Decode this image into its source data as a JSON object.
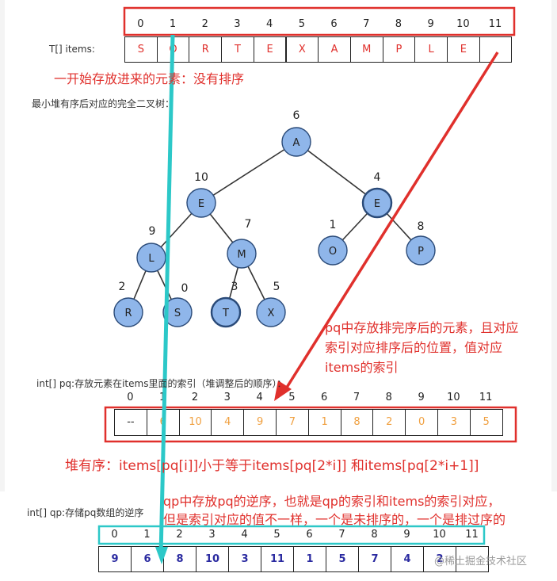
{
  "items_array": {
    "label": "T[] items:",
    "indices": [
      "0",
      "1",
      "2",
      "3",
      "4",
      "5",
      "6",
      "7",
      "8",
      "9",
      "10",
      "11"
    ],
    "values": [
      "S",
      "O",
      "R",
      "T",
      "E",
      "X",
      "A",
      "M",
      "P",
      "L",
      "E",
      ""
    ]
  },
  "note_unsorted": "一开始存放进来的元素：没有排序",
  "heap_title": "最小堆有序后对应的完全二叉树：",
  "tree": {
    "nodes": [
      {
        "letter": "A",
        "pq_value": "6"
      },
      {
        "letter": "E",
        "pq_value": "10"
      },
      {
        "letter": "E",
        "pq_value": "4"
      },
      {
        "letter": "L",
        "pq_value": "9"
      },
      {
        "letter": "M",
        "pq_value": "7"
      },
      {
        "letter": "O",
        "pq_value": "1"
      },
      {
        "letter": "P",
        "pq_value": "8"
      },
      {
        "letter": "R",
        "pq_value": "2"
      },
      {
        "letter": "S",
        "pq_value": "0"
      },
      {
        "letter": "T",
        "pq_value": "3"
      },
      {
        "letter": "X",
        "pq_value": "5"
      }
    ],
    "node_color": "#8fb6ea"
  },
  "note_pq": [
    "pq中存放排完序后的元素，且对应",
    "索引对应排序后的位置，值对应",
    "items的索引"
  ],
  "pq_array": {
    "label": "int[] pq:存放元素在items里面的索引（堆调整后的顺序）：",
    "indices": [
      "0",
      "1",
      "2",
      "3",
      "4",
      "5",
      "6",
      "7",
      "8",
      "9",
      "10",
      "11"
    ],
    "values": [
      "--",
      "6",
      "10",
      "4",
      "9",
      "7",
      "1",
      "8",
      "2",
      "0",
      "3",
      "5"
    ]
  },
  "heap_rule": "堆有序：items[pq[i]]小于等于items[pq[2*i]] 和items[pq[2*i+1]]",
  "note_qp": [
    "qp中存放pq的逆序，也就是qp的索引和items的索引对应，",
    "但是索引对应的值不一样，一个是未排序的，一个是排过序的"
  ],
  "qp_array": {
    "label": "int[] qp:存储pq数组的逆序",
    "indices": [
      "0",
      "1",
      "2",
      "3",
      "4",
      "5",
      "6",
      "7",
      "8",
      "9",
      "10",
      "11"
    ],
    "values": [
      "9",
      "6",
      "8",
      "10",
      "3",
      "11",
      "1",
      "5",
      "7",
      "4",
      "2",
      ""
    ]
  },
  "watermark": "@稀土掘金技术社区",
  "colors": {
    "red": "#e0302c",
    "cyan": "#2cc8c8",
    "orange": "#f0a040",
    "blue_text": "#2a2aa0"
  }
}
